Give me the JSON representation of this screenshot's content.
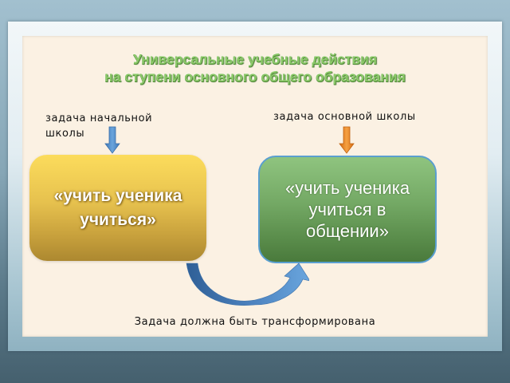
{
  "title": {
    "line1": "Универсальные учебные действия",
    "line2": "на ступени основного общего образования"
  },
  "left": {
    "label_line1": "задача начальной",
    "label_line2": "школы",
    "arrow_color": "#4a86c8",
    "box_line1": "«учить ученика",
    "box_line2": "учиться»",
    "box_color_top": "#fcdc5c",
    "box_color_bottom": "#ac8830"
  },
  "right": {
    "label": "задача основной школы",
    "arrow_color": "#e67e22",
    "box_line1": "«учить ученика",
    "box_line2": "учиться в",
    "box_line3": "общении»",
    "box_color_top": "#8fc47f",
    "box_color_bottom": "#4a7a3c",
    "box_border": "#5a9fd0"
  },
  "transition": {
    "arrow_icon": "curved-arrow-icon",
    "arrow_color": "#4a86c8",
    "caption": "Задача должна быть трансформирована"
  }
}
